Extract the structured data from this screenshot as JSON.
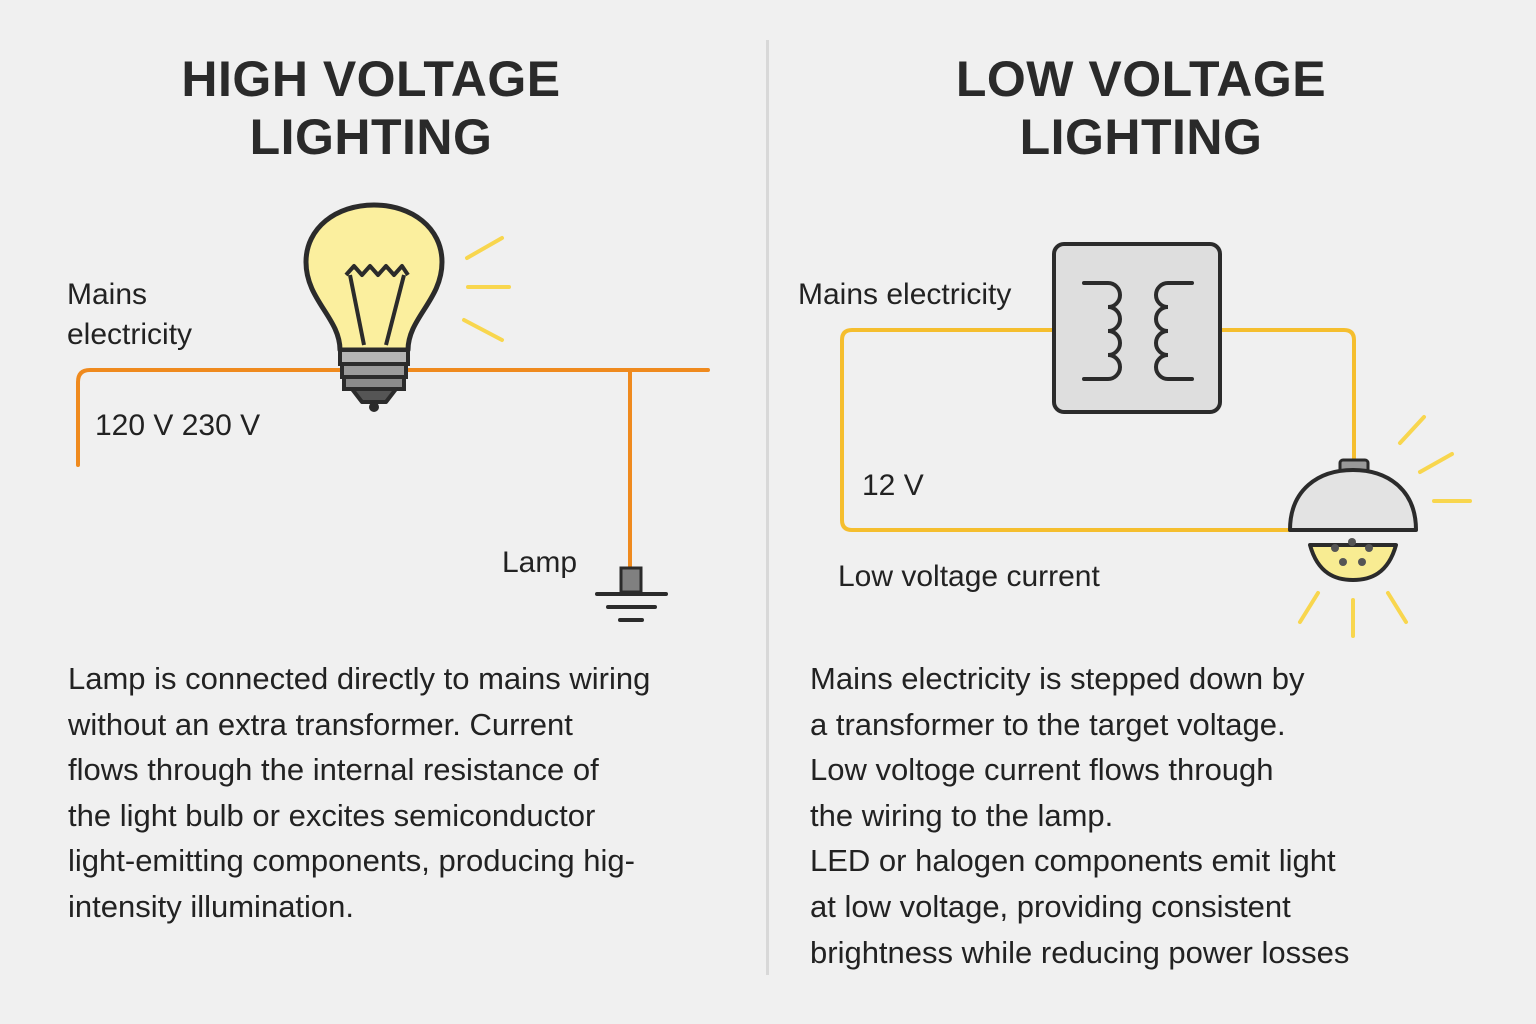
{
  "high_voltage": {
    "title_line1": "HIGH VOLTAGE",
    "title_line2": "LIGHTING",
    "label_mains_line1": "Mains",
    "label_mains_line2": "electricity",
    "label_voltage": "120 V 230 V",
    "label_lamp": "Lamp",
    "description": [
      "Lamp is connected directly to mains wiring",
      "without an extra transformer. Current",
      "flows through the internal resistance of",
      "the light bulb or excites semiconductor",
      "light-emitting components, producing hig-",
      "intensity illumination."
    ],
    "wire_color": "#ef8a1e",
    "bulb_color": "#fbef9e"
  },
  "low_voltage": {
    "title_line1": "LOW VOLTAGE",
    "title_line2": "LIGHTING",
    "label_mains": "Mains electricity",
    "label_voltage": "12 V",
    "label_current": "Low voltage current",
    "description": [
      "Mains electricity is stepped down by",
      "a transformer to the target voltage.",
      "Low voltoge current flows through",
      "the wiring to the lamp.",
      "LED or halogen components emit light",
      "at low voltage, providing consistent",
      "brightness while reducing power losses"
    ],
    "wire_color": "#f5be2e",
    "transformer_fill": "#dedede",
    "lamp_light_color": "#f8ec92"
  },
  "colors": {
    "background": "#f0f0f0",
    "text": "#222222",
    "ray_color": "#f8d64e"
  },
  "icons": [
    "light-bulb-icon",
    "transformer-icon",
    "ground-lamp-icon",
    "spotlight-icon"
  ]
}
